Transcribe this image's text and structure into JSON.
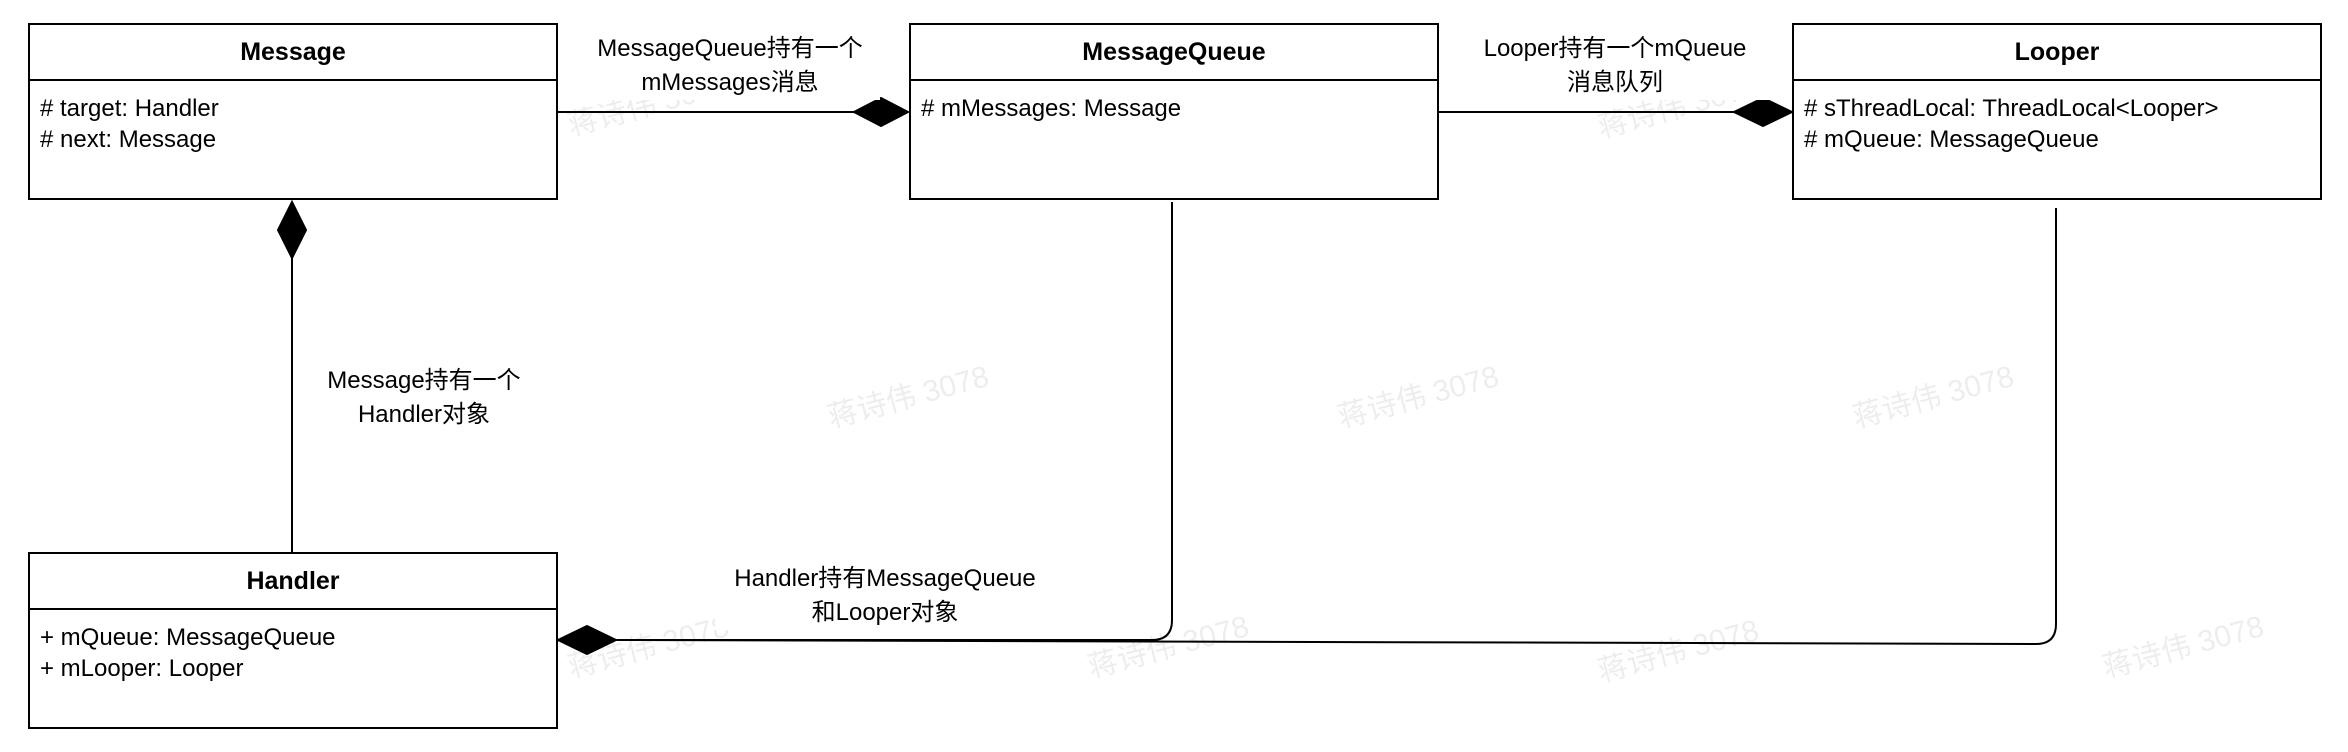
{
  "classes": {
    "message": {
      "name": "Message",
      "attributes": [
        "# target: Handler",
        "# next: Message"
      ]
    },
    "message_queue": {
      "name": "MessageQueue",
      "attributes": [
        "# mMessages: Message"
      ]
    },
    "looper": {
      "name": "Looper",
      "attributes": [
        "# sThreadLocal: ThreadLocal<Looper>",
        "# mQueue: MessageQueue"
      ]
    },
    "handler": {
      "name": "Handler",
      "attributes": [
        "+ mQueue: MessageQueue",
        "+ mLooper: Looper"
      ]
    }
  },
  "edge_labels": {
    "queue_holds_messages": [
      "MessageQueue持有一个",
      "mMessages消息"
    ],
    "looper_holds_queue": [
      "Looper持有一个mQueue",
      "消息队列"
    ],
    "message_holds_handler": [
      "Message持有一个",
      "Handler对象"
    ],
    "handler_holds_queue_looper": [
      "Handler持有MessageQueue",
      "和Looper对象"
    ]
  },
  "watermark": "蒋诗伟 3078",
  "colors": {
    "line": "#000000",
    "background": "#ffffff",
    "watermark": "#bbbbbb"
  }
}
